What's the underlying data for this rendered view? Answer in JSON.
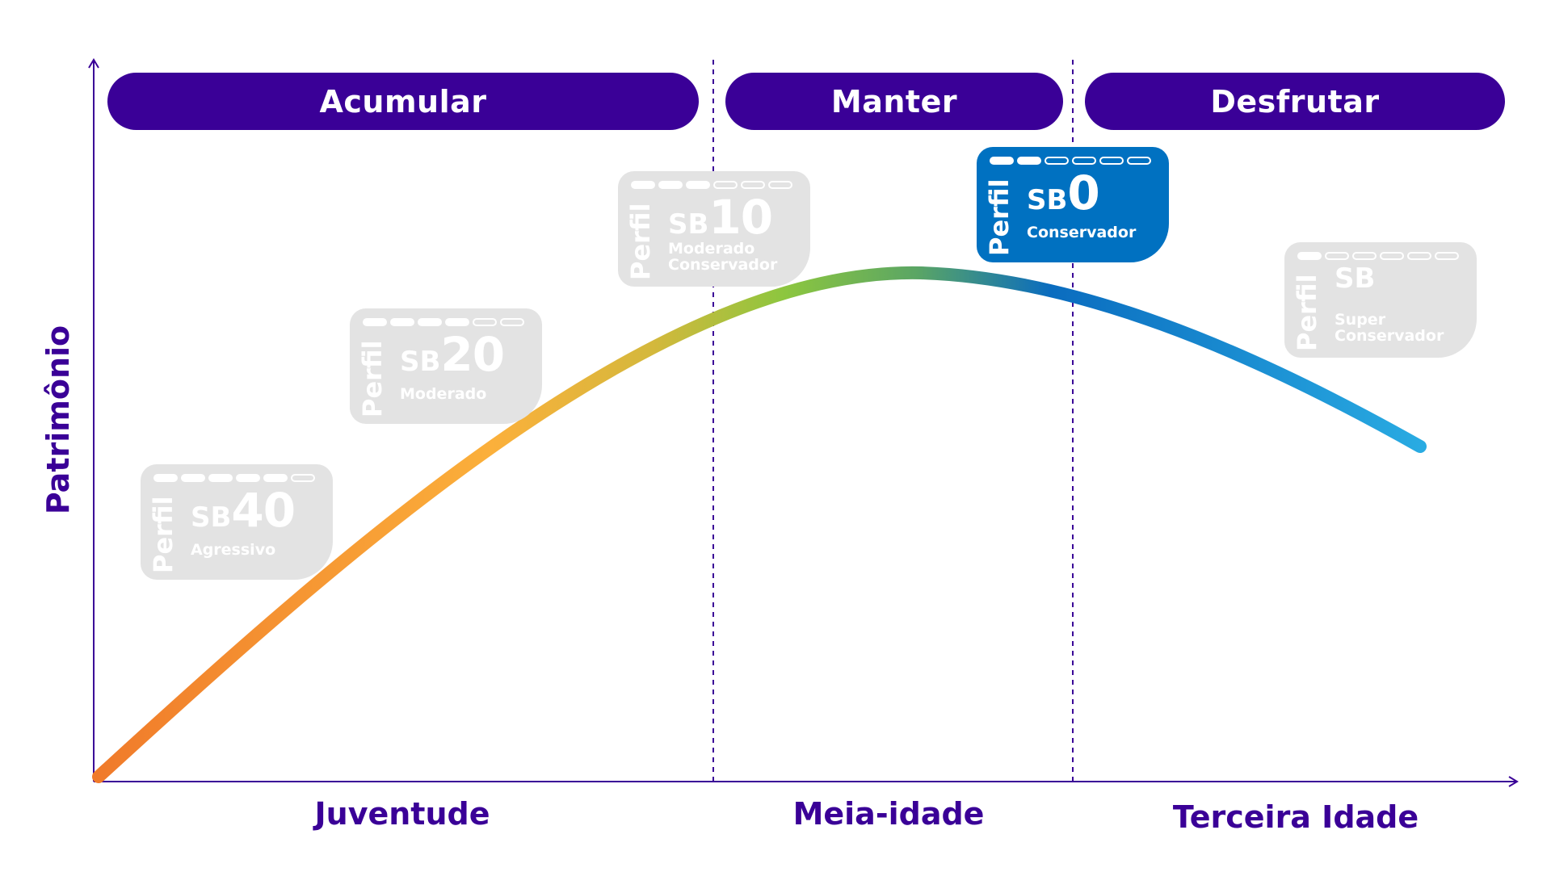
{
  "y_axis_label": "Patrimônio",
  "phases": [
    {
      "label": "Acumular"
    },
    {
      "label": "Manter"
    },
    {
      "label": "Desfrutar"
    }
  ],
  "life_stages": [
    {
      "label": "Juventude"
    },
    {
      "label": "Meia-idade"
    },
    {
      "label": "Terceira Idade"
    }
  ],
  "profiles": [
    {
      "perfil": "Perfil",
      "prefix": "SB",
      "number": "40",
      "name": "Agressivo",
      "name2": "",
      "filled_segments": 5,
      "total_segments": 6,
      "active": false
    },
    {
      "perfil": "Perfil",
      "prefix": "SB",
      "number": "20",
      "name": "Moderado",
      "name2": "",
      "filled_segments": 4,
      "total_segments": 6,
      "active": false
    },
    {
      "perfil": "Perfil",
      "prefix": "SB",
      "number": "10",
      "name": "Moderado",
      "name2": "Conservador",
      "filled_segments": 3,
      "total_segments": 6,
      "active": false
    },
    {
      "perfil": "Perfil",
      "prefix": "SB",
      "number": "0",
      "name": "Conservador",
      "name2": "",
      "filled_segments": 2,
      "total_segments": 6,
      "active": true
    },
    {
      "perfil": "Perfil",
      "prefix": "SB",
      "number": "",
      "name": "Super",
      "name2": "Conservador",
      "filled_segments": 1,
      "total_segments": 6,
      "active": false
    }
  ],
  "colors": {
    "brand_purple": "#3a0097",
    "active_blue": "#0071c1",
    "inactive_card": "#e3e3e3",
    "curve_start": "#f07a2a",
    "curve_mid_orange": "#fbb03b",
    "curve_green": "#8cc63f",
    "curve_blue": "#0a6cbf",
    "curve_end": "#29abe2"
  }
}
